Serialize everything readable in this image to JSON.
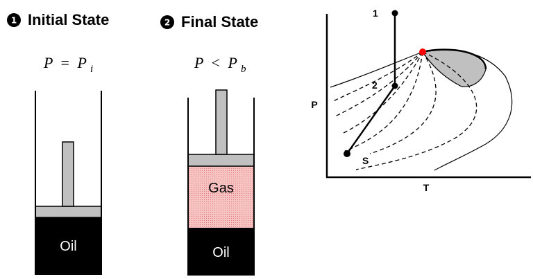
{
  "state1": {
    "number": "1",
    "title": "Initial State",
    "equation": {
      "lhs": "P",
      "op": "=",
      "rhs": "P",
      "sub": "i"
    },
    "oil_label": "Oil"
  },
  "state2": {
    "number": "2",
    "title": "Final State",
    "equation": {
      "lhs": "P",
      "op": "<",
      "rhs": "P",
      "sub": "b"
    },
    "gas_label": "Gas",
    "oil_label": "Oil"
  },
  "phase_diagram": {
    "x_axis_label": "T",
    "y_axis_label": "P",
    "points": {
      "p1": "1",
      "p2": "2",
      "ps": "S"
    }
  },
  "colors": {
    "oil": "#000000",
    "piston": "#c0c0c0",
    "gas": "#f4b6b6",
    "critical_point": "#ff0000",
    "two_phase_fill": "#c0c0c0"
  }
}
